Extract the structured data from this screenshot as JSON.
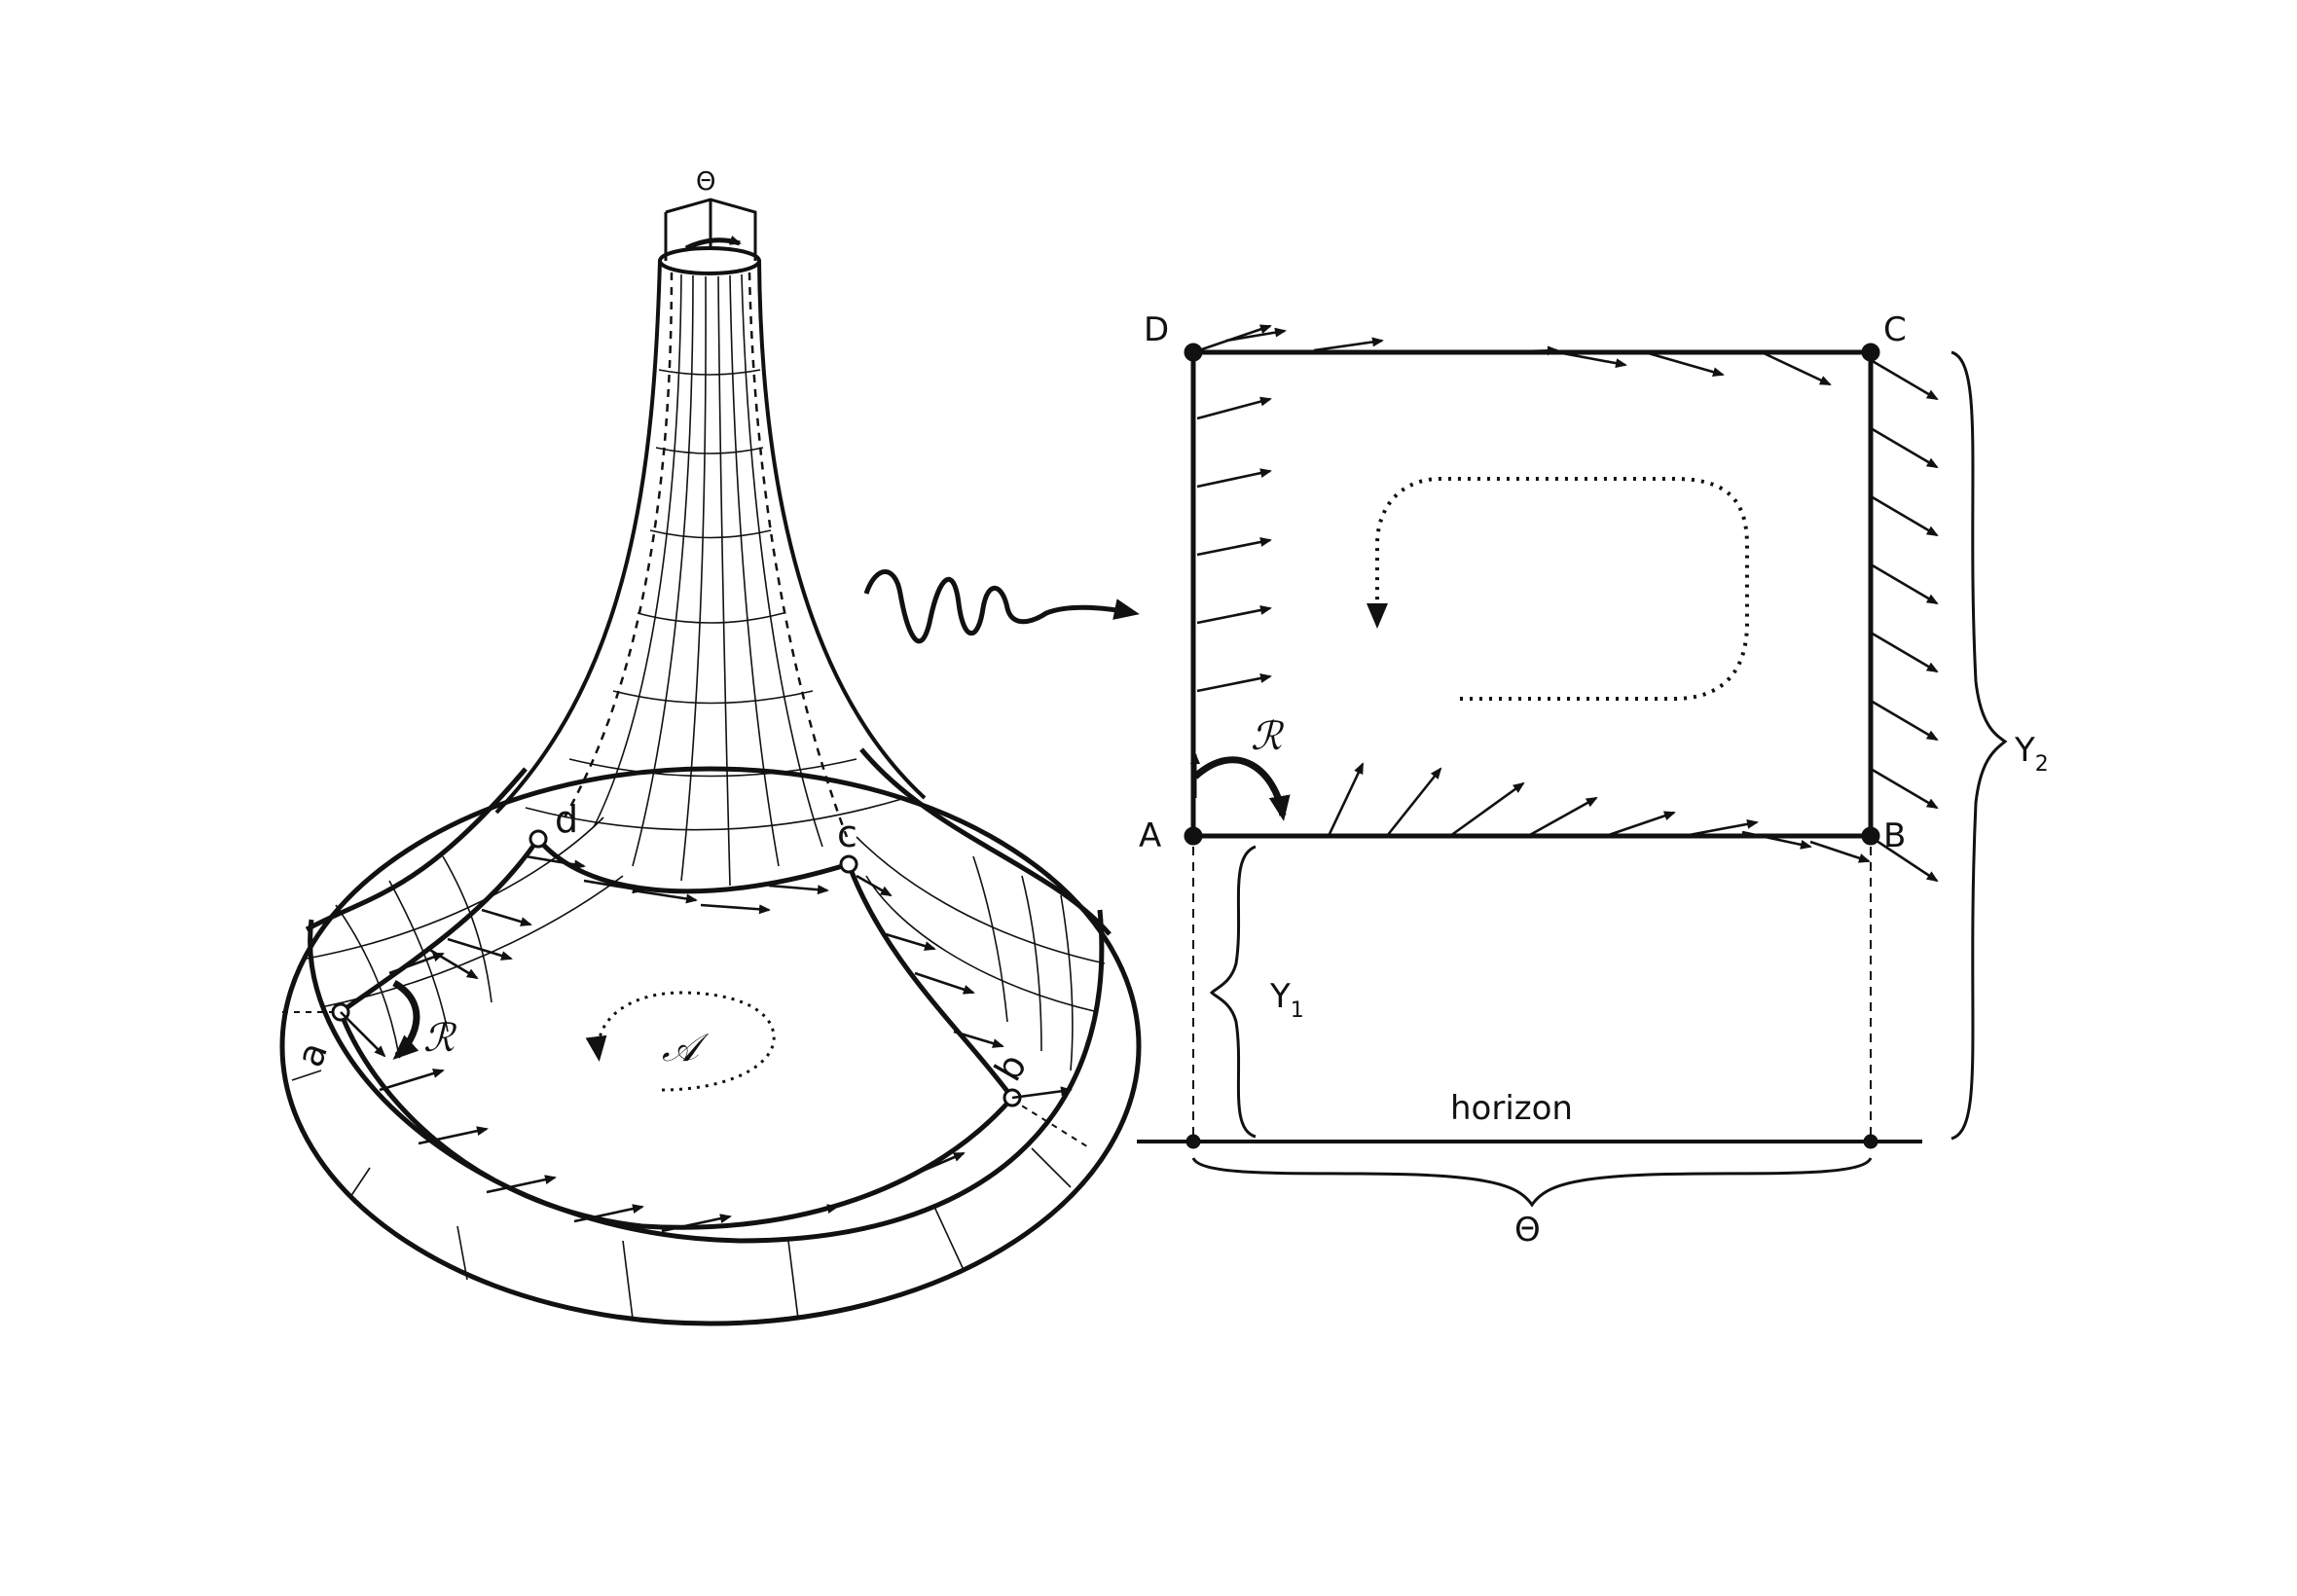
{
  "left_figure": {
    "top_label": "Θ",
    "corner_labels": {
      "a": "a",
      "b": "b",
      "c": "c",
      "d": "d"
    },
    "rotation_label": "ℛ",
    "area_label": "𝒜"
  },
  "right_figure": {
    "corners": {
      "A": "A",
      "B": "B",
      "C": "C",
      "D": "D"
    },
    "rotation_label": "ℛ",
    "y1_label": "Y",
    "y1_sub": "1",
    "y2_label": "Y",
    "y2_sub": "2",
    "horizon_label": "horizon",
    "theta_label": "Θ"
  },
  "colors": {
    "ink": "#111111",
    "background": "#ffffff"
  }
}
